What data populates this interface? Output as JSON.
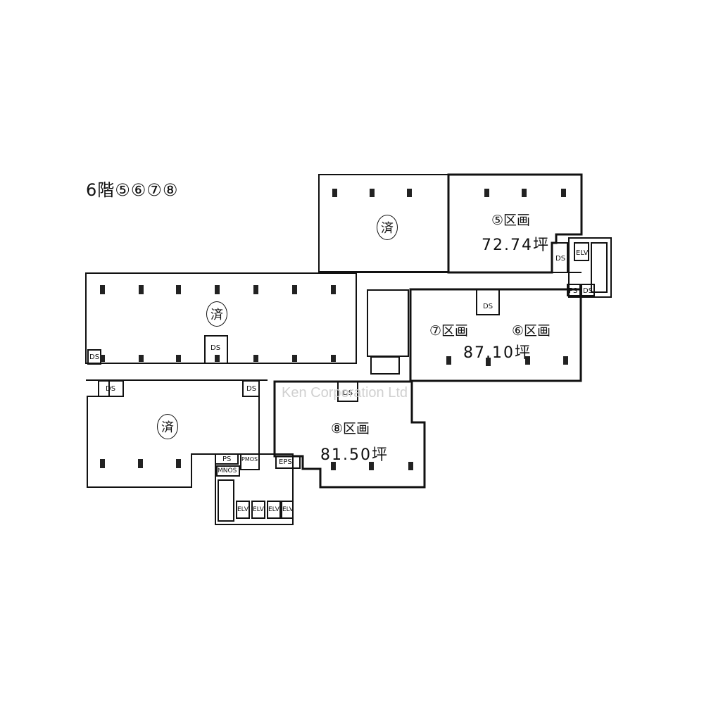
{
  "floor_title": "6階⑤⑥⑦⑧",
  "watermark": "Ken Corporation Ltd",
  "units": [
    {
      "id": "5",
      "label": "⑤区画",
      "area": "72.74坪",
      "status": "available"
    },
    {
      "id": "7",
      "label": "⑦区画",
      "status": "available"
    },
    {
      "id": "6",
      "label": "⑥区画",
      "status": "available"
    },
    {
      "id": "76_area",
      "area": "87.10坪"
    },
    {
      "id": "8",
      "label": "⑧区画",
      "area": "81.50坪",
      "status": "available"
    }
  ],
  "occupied_mark": "済",
  "occupied_units": [
    "top-middle",
    "left-large",
    "lower-left"
  ],
  "room_labels": {
    "ds": "DS",
    "ps": "PS",
    "eps": "EPS",
    "elv": "ELV",
    "mnos": "MNOS",
    "pmos": "PMOS"
  },
  "colors": {
    "line": "#111111",
    "background": "#ffffff",
    "watermark": "#d0d0d0"
  }
}
